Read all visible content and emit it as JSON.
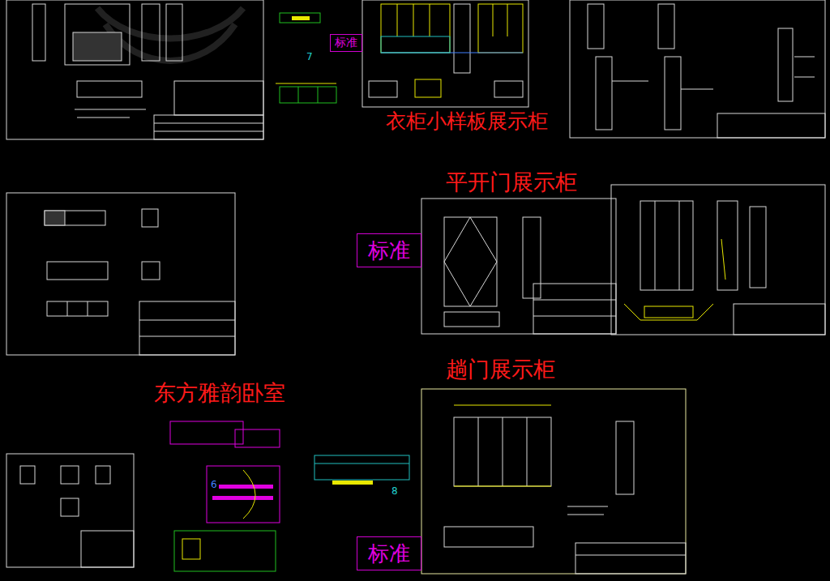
{
  "diagram": {
    "nodes": [
      {
        "text": [
          "标准"
        ]
      },
      {
        "text": [
          "标准"
        ]
      },
      {
        "text": [
          "标准"
        ]
      }
    ],
    "labels": [
      "衣柜小样板展示柜",
      "平开门展示柜",
      "趟门展示柜",
      "东方雅韵卧室",
      "7",
      "6",
      "8"
    ]
  }
}
